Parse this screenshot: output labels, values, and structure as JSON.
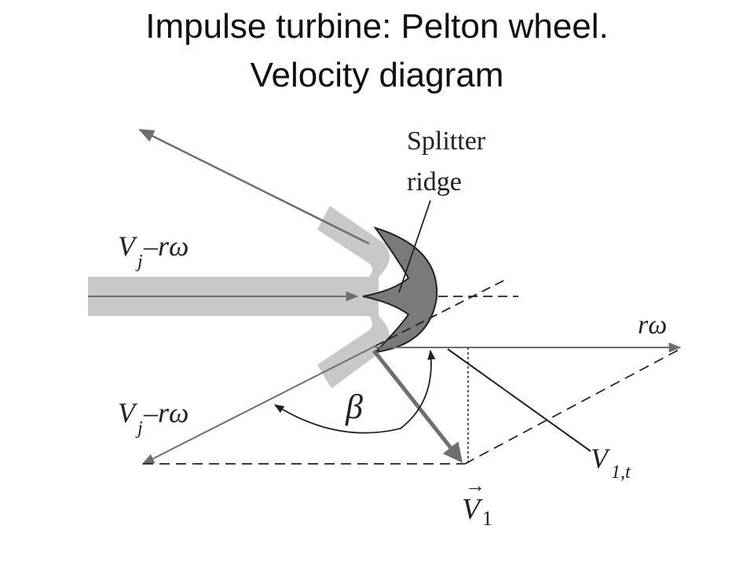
{
  "title": {
    "line1": "Impulse turbine: Pelton wheel.",
    "line2": "Velocity diagram"
  },
  "diagram": {
    "labels": {
      "splitter_line1": "Splitter",
      "splitter_line2": "ridge",
      "jet_relative_top": "V",
      "jet_relative_top_sub": "j",
      "jet_relative_top_rest": " –rω",
      "jet_relative_bottom": "V",
      "jet_relative_bottom_sub": "j",
      "jet_relative_bottom_rest": " –rω",
      "blade_speed": "rω",
      "beta": "β",
      "v1t": "V",
      "v1t_sub": "1,t",
      "v1": "V",
      "v1_sub": "1",
      "v1_arrow": "→"
    },
    "colors": {
      "jet": "#c8c8c8",
      "bucket": "#7a7a7a",
      "arrow": "#6e6e6e",
      "line": "#222222"
    }
  }
}
